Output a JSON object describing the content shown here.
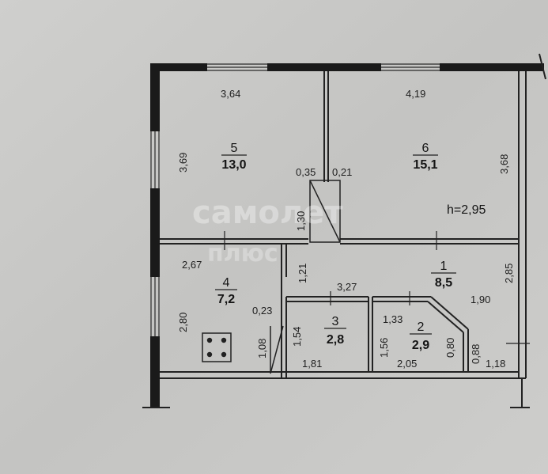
{
  "watermark": {
    "line1": "самолет",
    "line2": "плюс"
  },
  "ceiling_height": "h=2,95",
  "rooms": [
    {
      "number": "5",
      "area": "13,0"
    },
    {
      "number": "6",
      "area": "15,1"
    },
    {
      "number": "4",
      "area": "7,2"
    },
    {
      "number": "1",
      "area": "8,5"
    },
    {
      "number": "3",
      "area": "2,8"
    },
    {
      "number": "2",
      "area": "2,9"
    }
  ],
  "dimensions": {
    "room5_width": "3,64",
    "room6_width": "4,19",
    "room5_height": "3,69",
    "room6_height": "3,68",
    "wall_left_of_door": "0,35",
    "wall_right_of_door": "0,21",
    "door_opening_height": "1,30",
    "room4_width": "2,67",
    "corridor_opening": "1,21",
    "room4_height": "2,80",
    "room4_jog": "0,23",
    "room4_door_height": "1,08",
    "room3_top_width": "3,27",
    "room3_height": "1,54",
    "room3_bottom_width": "1,81",
    "room2_top_width": "1,33",
    "room2_height": "1,56",
    "room2_bottom_width": "2,05",
    "room2_bevel": "0,80",
    "room1_right_height": "2,85",
    "room1_lower_width": "1,90",
    "room1_small_height": "0,88",
    "room1_bottom_width": "1,18"
  }
}
